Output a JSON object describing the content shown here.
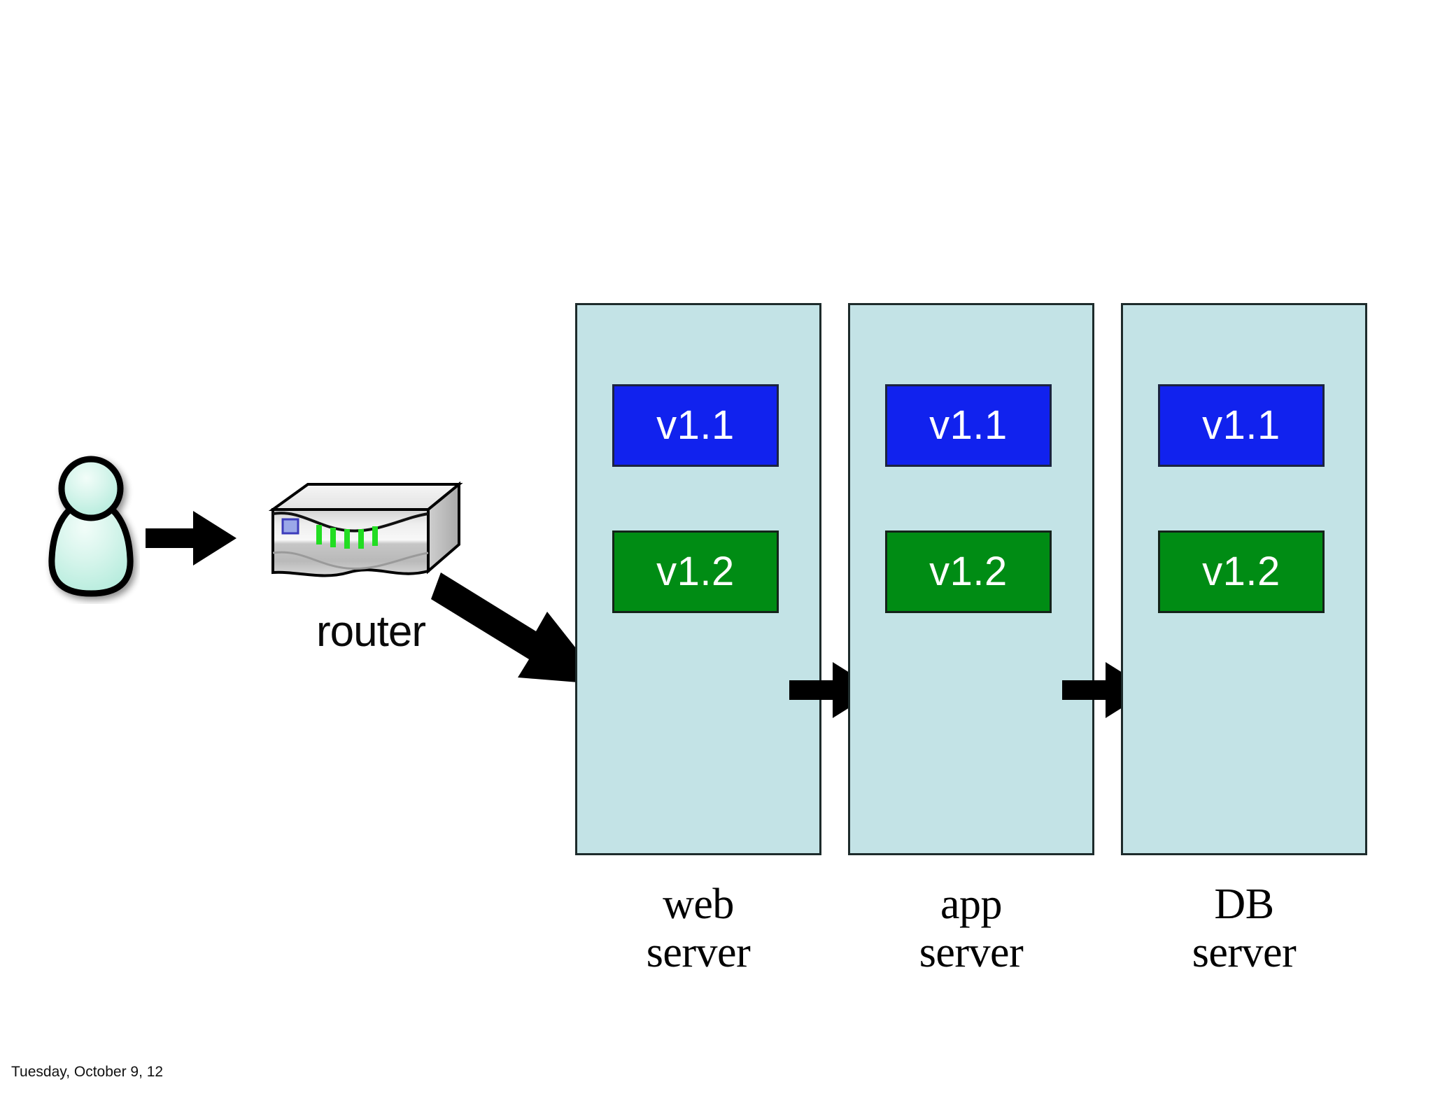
{
  "slide": {
    "footer_date": "Tuesday, October 9, 12",
    "background_color": "#ffffff"
  },
  "actor": {
    "name": "user",
    "icon": "person-icon",
    "fill_color": "#bdeee0",
    "outline_color": "#000000"
  },
  "router": {
    "label": "router",
    "icon": "router-icon",
    "led_color": "#22dd22",
    "status_led_color": "#7f8fe0",
    "body_color": "#e8e8e8"
  },
  "arrows": [
    {
      "name": "user-to-router",
      "direction": "right",
      "style": "block"
    },
    {
      "name": "router-to-web",
      "direction": "down-right",
      "style": "block"
    },
    {
      "name": "web-to-app",
      "direction": "right",
      "style": "block"
    },
    {
      "name": "app-to-db",
      "direction": "right",
      "style": "block"
    }
  ],
  "palette": {
    "panel_fill": "#c3e3e6",
    "panel_border": "#1d2b2b",
    "version_old_fill": "#1122ee",
    "version_new_fill": "#008c14",
    "version_border": "#1b2340",
    "version_text": "#ffffff",
    "arrow_color": "#000000"
  },
  "servers": [
    {
      "id": "web",
      "caption_line1": "web",
      "caption_line2": "server",
      "versions": [
        {
          "label": "v1.1",
          "state": "old"
        },
        {
          "label": "v1.2",
          "state": "new"
        }
      ]
    },
    {
      "id": "app",
      "caption_line1": "app",
      "caption_line2": "server",
      "versions": [
        {
          "label": "v1.1",
          "state": "old"
        },
        {
          "label": "v1.2",
          "state": "new"
        }
      ]
    },
    {
      "id": "db",
      "caption_line1": "DB",
      "caption_line2": "server",
      "versions": [
        {
          "label": "v1.1",
          "state": "old"
        },
        {
          "label": "v1.2",
          "state": "new"
        }
      ]
    }
  ]
}
